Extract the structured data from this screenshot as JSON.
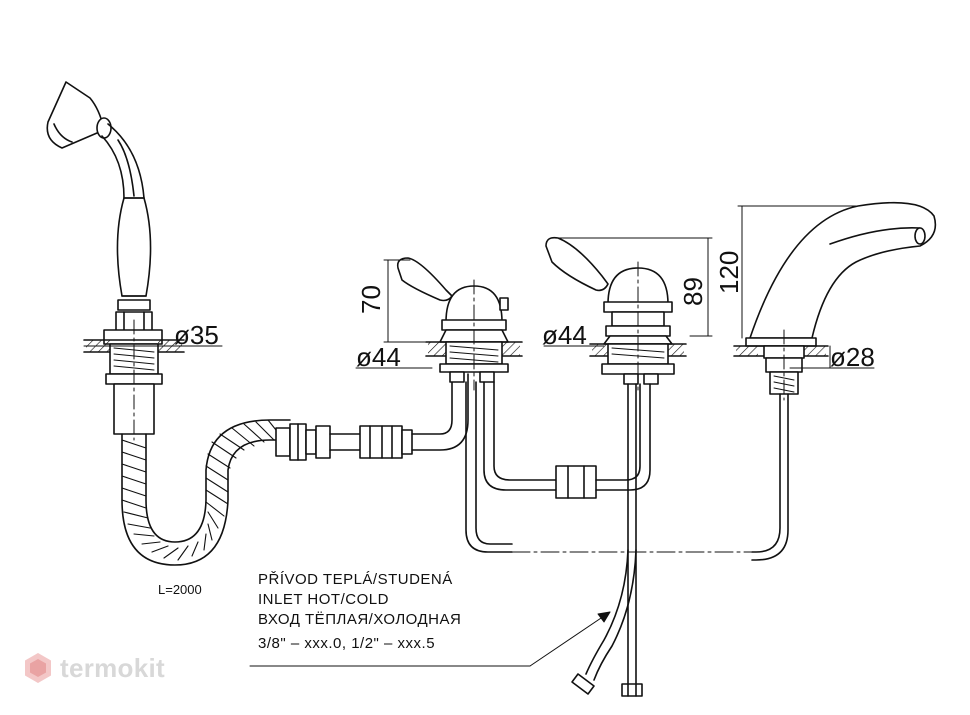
{
  "dimensions": {
    "d35": "ø35",
    "d44_left": "ø44",
    "d44_mid": "ø44",
    "d28": "ø28",
    "h70": "70",
    "h89": "89",
    "h120": "120"
  },
  "hose_length": "L=2000",
  "note": {
    "line1": "PŘÍVOD TEPLÁ/STUDENÁ",
    "line2": "INLET HOT/COLD",
    "line3": "ВХОД ТЁПЛАЯ/ХОЛОДНАЯ",
    "line4": "3/8\" – xxx.0, 1/2\" – xxx.5"
  },
  "watermark": {
    "text": "termokit",
    "icon": "hexagon-logo-icon"
  }
}
